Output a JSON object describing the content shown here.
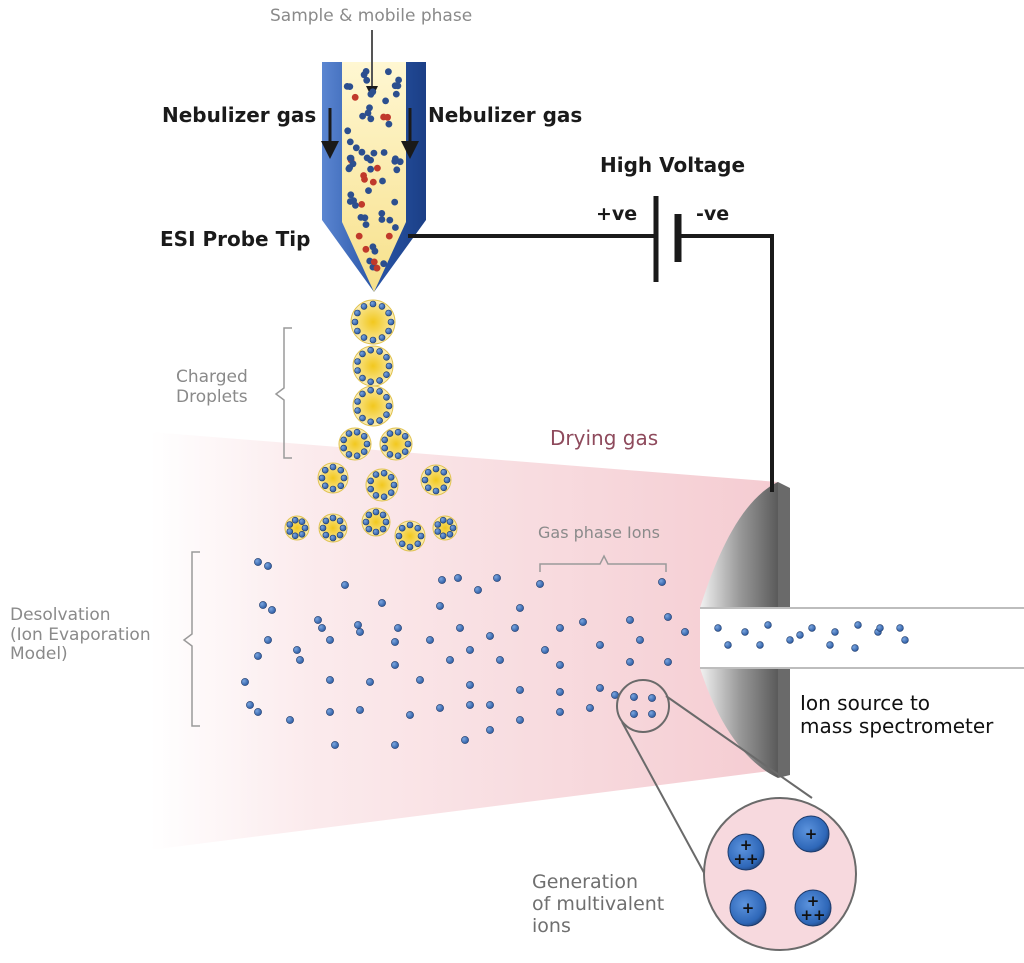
{
  "labels": {
    "sample": "Sample & mobile phase",
    "nebulizer_left": "Nebulizer gas",
    "nebulizer_right": "Nebulizer gas",
    "high_voltage": "High Voltage",
    "positive": "+ve",
    "negative": "-ve",
    "probe_tip": "ESI Probe Tip",
    "charged_droplets": "Charged\nDroplets",
    "drying_gas": "Drying gas",
    "gas_phase_ions": "Gas phase Ions",
    "desolvation": "Desolvation\n(Ion Evaporation\nModel)",
    "ion_source": "Ion source to\nmass spectrometer",
    "generation": "Generation\nof multivalent\nions"
  },
  "inset_ion_charges": [
    "+\n++",
    "+",
    "+",
    "+\n++"
  ],
  "colors": {
    "probe_blue": "#2f5fb3",
    "liquid_yellow": "#f3d75a",
    "drying_gas_pink": "#f6d3d8",
    "ion_blue": "#3d7dcc",
    "wire": "#1a1a1a",
    "drying_gas_text": "#8e4a5c"
  }
}
